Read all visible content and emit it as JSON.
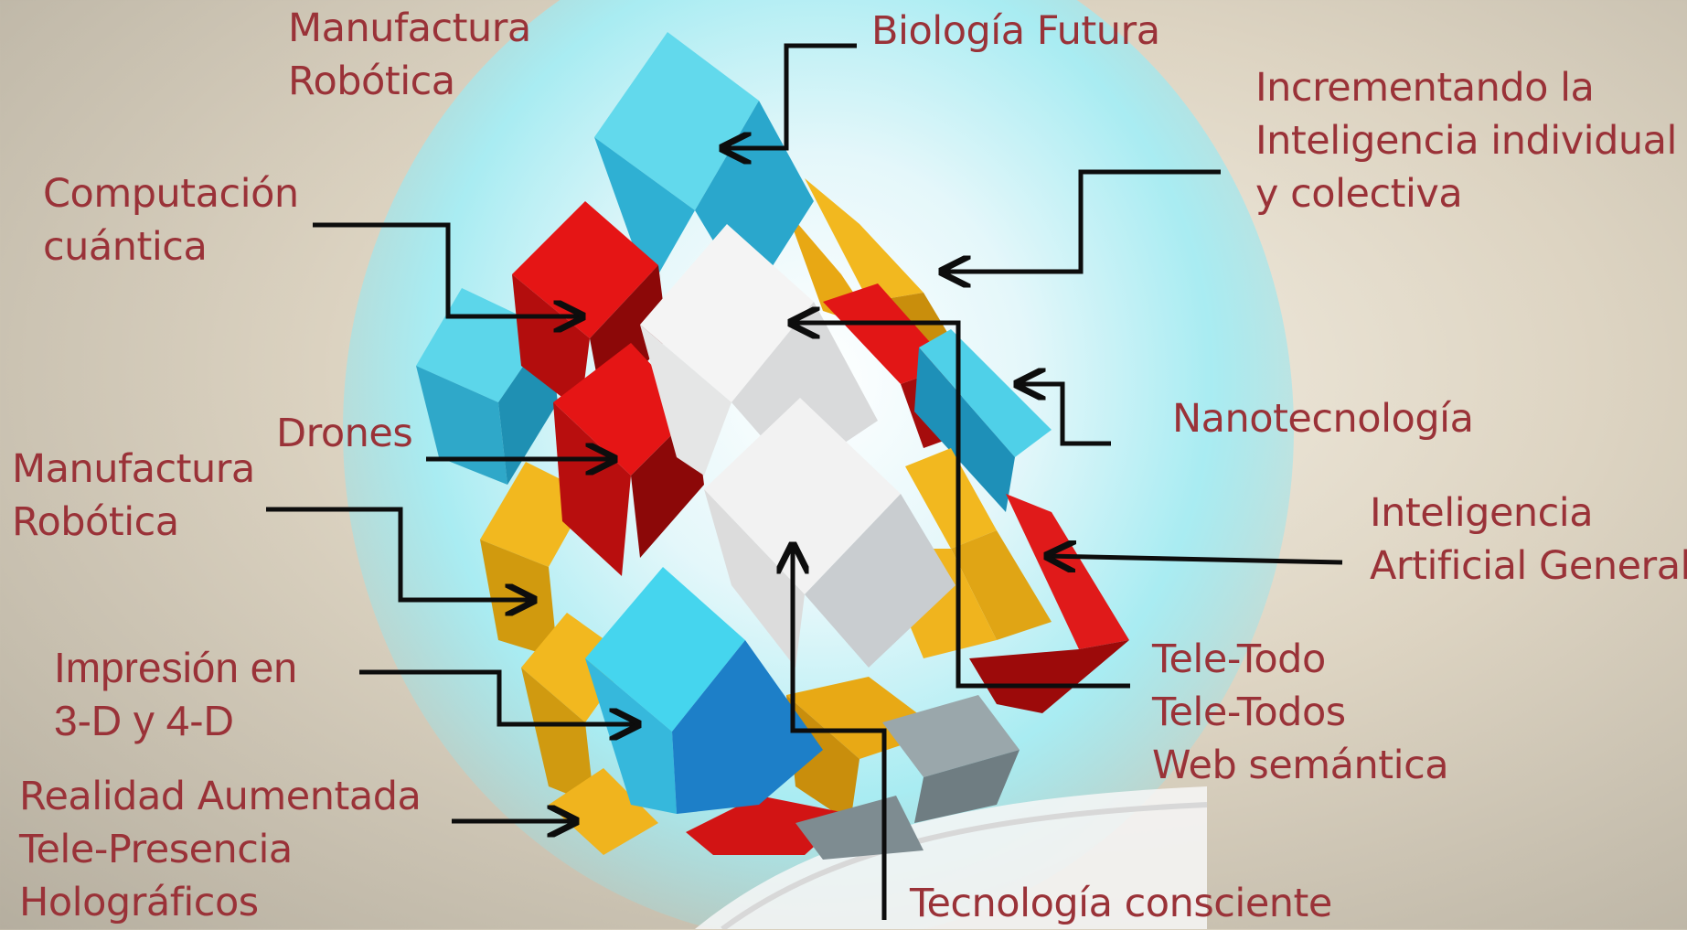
{
  "labels": {
    "manufactura_top": [
      "Manufactura",
      "Robótica"
    ],
    "biologia": [
      "Biología Futura"
    ],
    "incrementando": [
      "Incrementando la",
      "Inteligencia individual",
      "y colectiva"
    ],
    "computacion": [
      "Computación",
      "cuántica"
    ],
    "nanotecnologia": [
      "Nanotecnología"
    ],
    "drones": [
      "Drones"
    ],
    "manufactura_mid": [
      "Manufactura",
      "Robótica"
    ],
    "inteligencia_agi": [
      "Inteligencia",
      "Artificial General"
    ],
    "impresion": [
      "Impresión en",
      "3-D y 4-D"
    ],
    "tele": [
      "Tele-Todo",
      "Tele-Todos",
      "Web semántica"
    ],
    "realidad": [
      "Realidad  Aumentada",
      "Tele-Presencia",
      "Holográficos"
    ],
    "tecnologia_consciente": [
      "Tecnología consciente"
    ]
  },
  "colors": {
    "label_text": "#9a3238",
    "cyan": "#3ec9e4",
    "red": "#d81414",
    "yellow": "#f0b41e",
    "white": "#f2f2f2",
    "arrow": "#0d0d0d"
  }
}
